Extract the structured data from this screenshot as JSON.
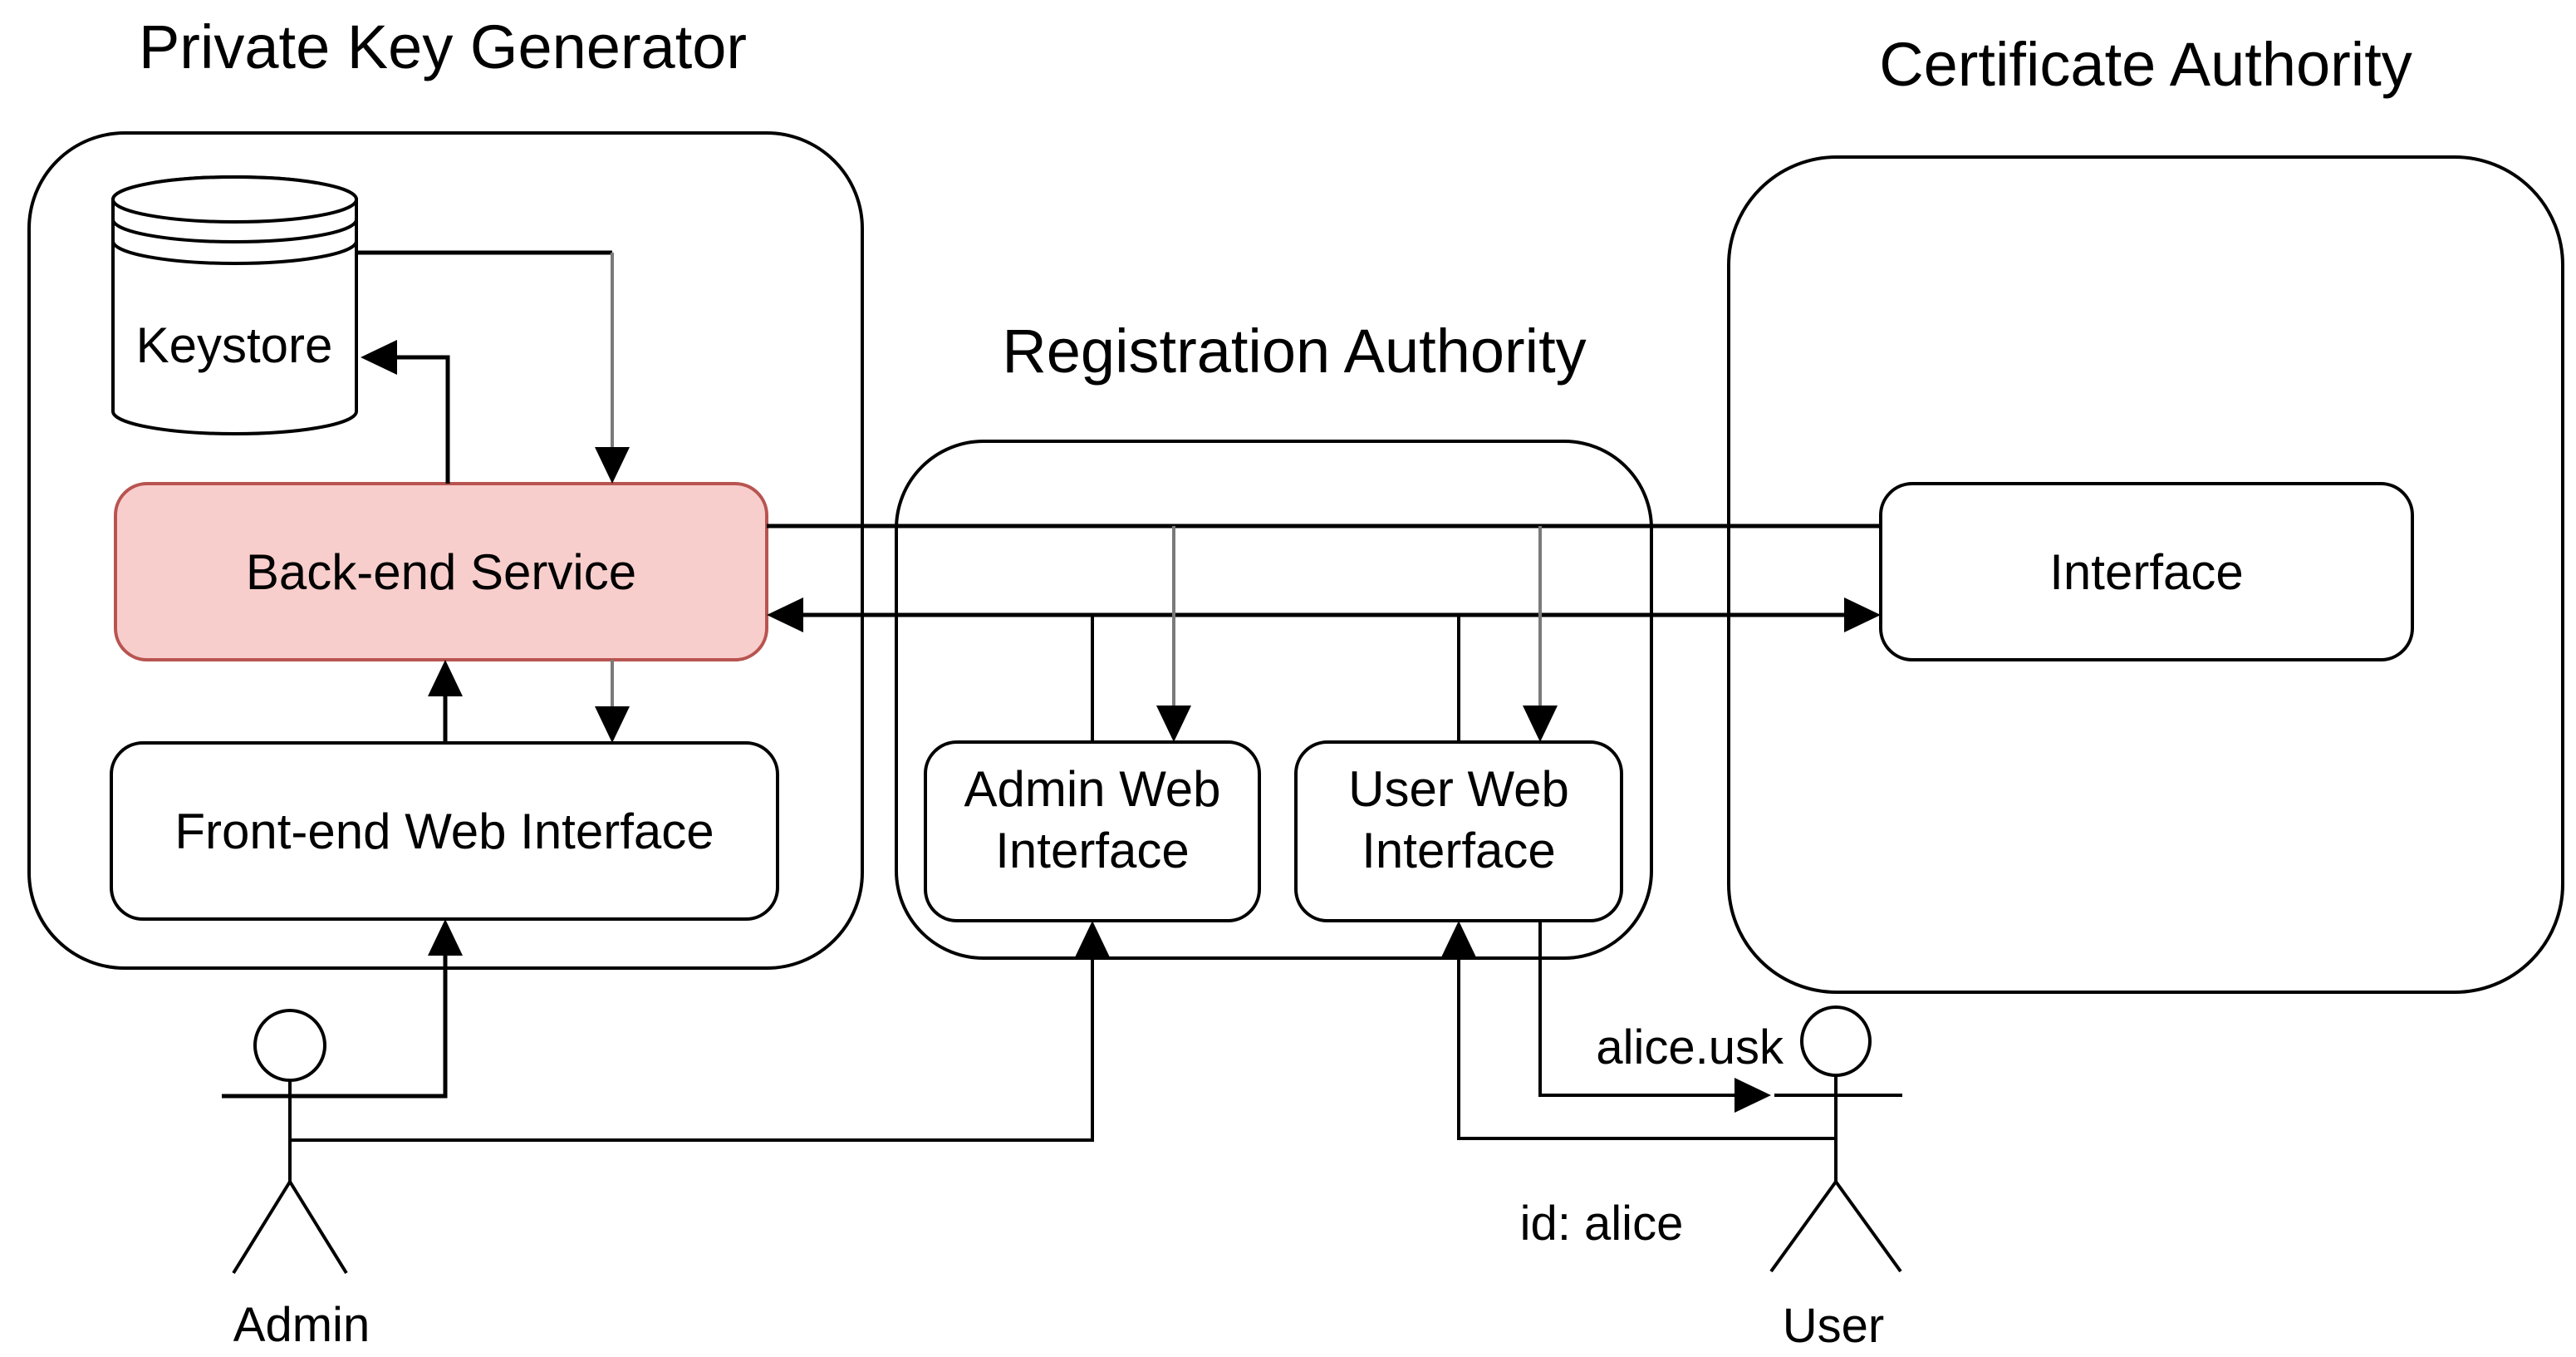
{
  "diagram_type": "pki-architecture-diagram",
  "containers": {
    "pkg": {
      "title": "Private Key Generator"
    },
    "ra": {
      "title": "Registration Authority"
    },
    "ca": {
      "title": "Certificate Authority"
    }
  },
  "nodes": {
    "keystore": {
      "label": "Keystore",
      "shape": "database-cylinder-icon"
    },
    "backend": {
      "label": "Back-end Service",
      "highlighted": "true"
    },
    "frontend": {
      "label": "Front-end Web Interface"
    },
    "admin_web": {
      "label_lines": [
        "Admin Web",
        "Interface"
      ]
    },
    "user_web": {
      "label_lines": [
        "User Web",
        "Interface"
      ]
    },
    "ca_interface": {
      "label": "Interface"
    }
  },
  "actors": {
    "admin": {
      "label": "Admin",
      "shape": "stick-figure-icon"
    },
    "user": {
      "label": "User",
      "shape": "stick-figure-icon"
    }
  },
  "annotations": {
    "file_transfer": "alice.usk",
    "identity": "id: alice"
  },
  "colors": {
    "highlight_fill": "#f8cecc",
    "highlight_stroke": "#b85450",
    "line_black": "#000000",
    "line_grey": "#7a7a7a",
    "text": "#000000",
    "background": "#ffffff"
  }
}
